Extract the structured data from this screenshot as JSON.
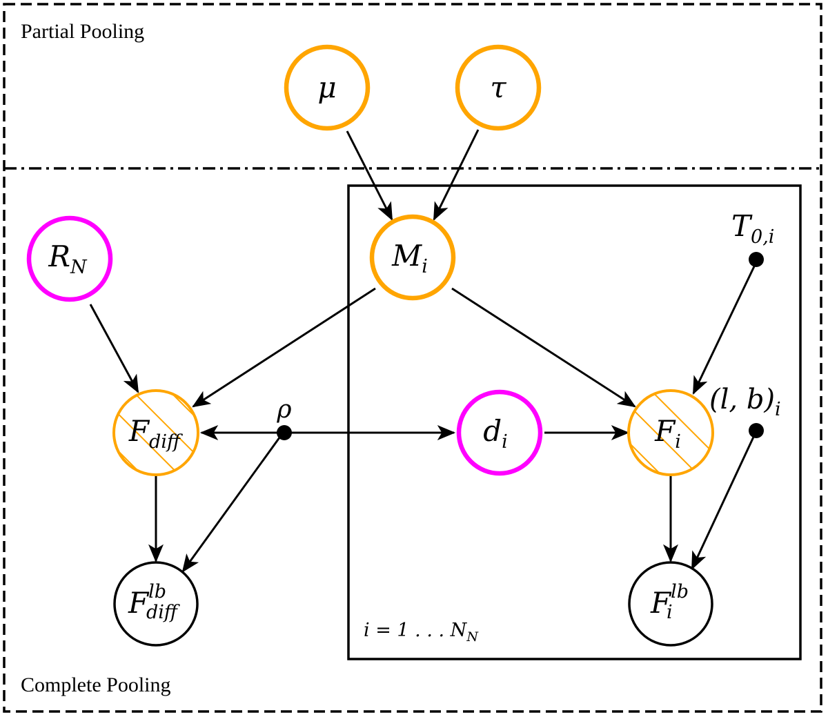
{
  "regions": {
    "partial_pooling": "Partial Pooling",
    "complete_pooling": "Complete Pooling"
  },
  "plate": {
    "index_prefix": "i = 1 . . . N",
    "index_sub": "N"
  },
  "colors": {
    "hyper": "#FFA500",
    "observed_param": "#FF00FF",
    "observed": "#000000"
  },
  "nodes": {
    "mu": {
      "main": "μ"
    },
    "tau": {
      "main": "τ"
    },
    "M": {
      "main": "M",
      "sub": "i"
    },
    "R": {
      "main": "R",
      "sub": "N"
    },
    "d": {
      "main": "d",
      "sub": "i"
    },
    "Fdiff": {
      "main": "F",
      "sub": "diff"
    },
    "F": {
      "main": "F",
      "sub": "i"
    },
    "Fdiff_lb": {
      "main": "F",
      "sub": "diff",
      "sup": "lb"
    },
    "F_lb": {
      "main": "F",
      "sub": "i",
      "sup": "lb"
    },
    "rho": {
      "main": "ρ"
    },
    "T0": {
      "main": "T",
      "sub": "0,i"
    },
    "lb": {
      "main": "(l, b)",
      "sub": "i"
    }
  }
}
